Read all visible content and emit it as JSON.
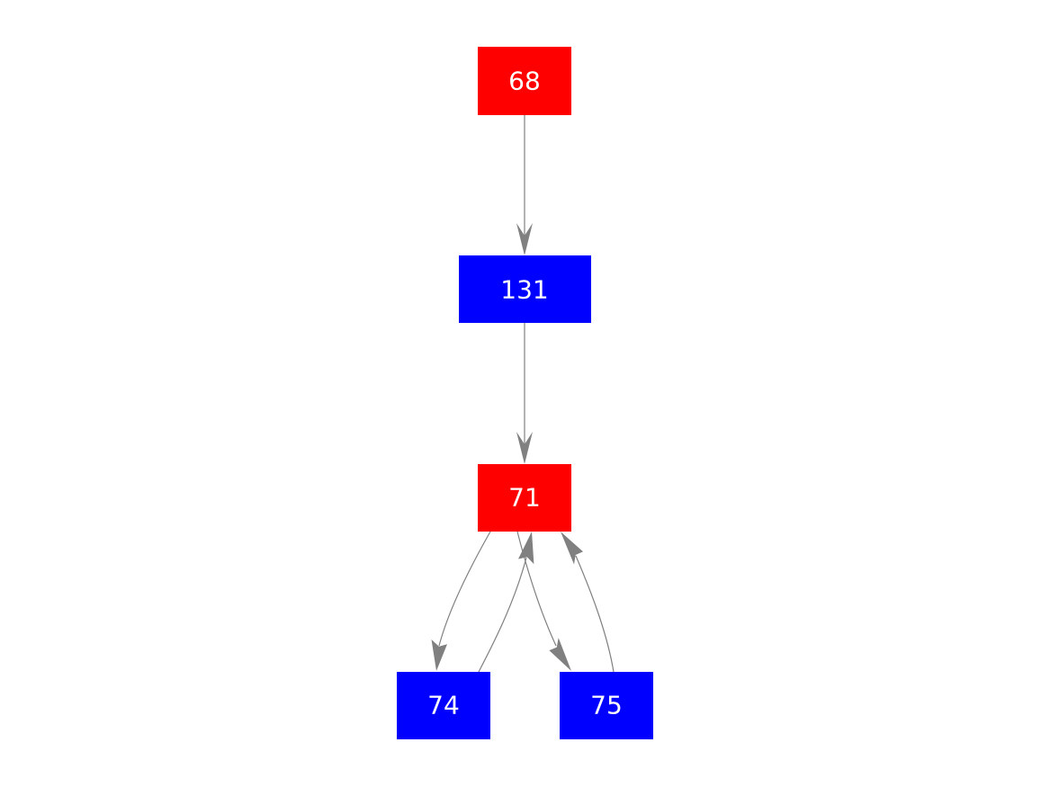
{
  "graph": {
    "colors": {
      "red": "#ff0000",
      "blue": "#0000ff",
      "edge": "#808080",
      "label": "#ffffff"
    },
    "nodes": [
      {
        "id": "n68",
        "label": "68",
        "color": "red"
      },
      {
        "id": "n131",
        "label": "131",
        "color": "blue"
      },
      {
        "id": "n71",
        "label": "71",
        "color": "red"
      },
      {
        "id": "n74",
        "label": "74",
        "color": "blue"
      },
      {
        "id": "n75",
        "label": "75",
        "color": "blue"
      }
    ],
    "edges": [
      {
        "from": "n68",
        "to": "n131"
      },
      {
        "from": "n131",
        "to": "n71"
      },
      {
        "from": "n71",
        "to": "n74"
      },
      {
        "from": "n74",
        "to": "n71"
      },
      {
        "from": "n71",
        "to": "n75"
      },
      {
        "from": "n75",
        "to": "n71"
      }
    ]
  }
}
